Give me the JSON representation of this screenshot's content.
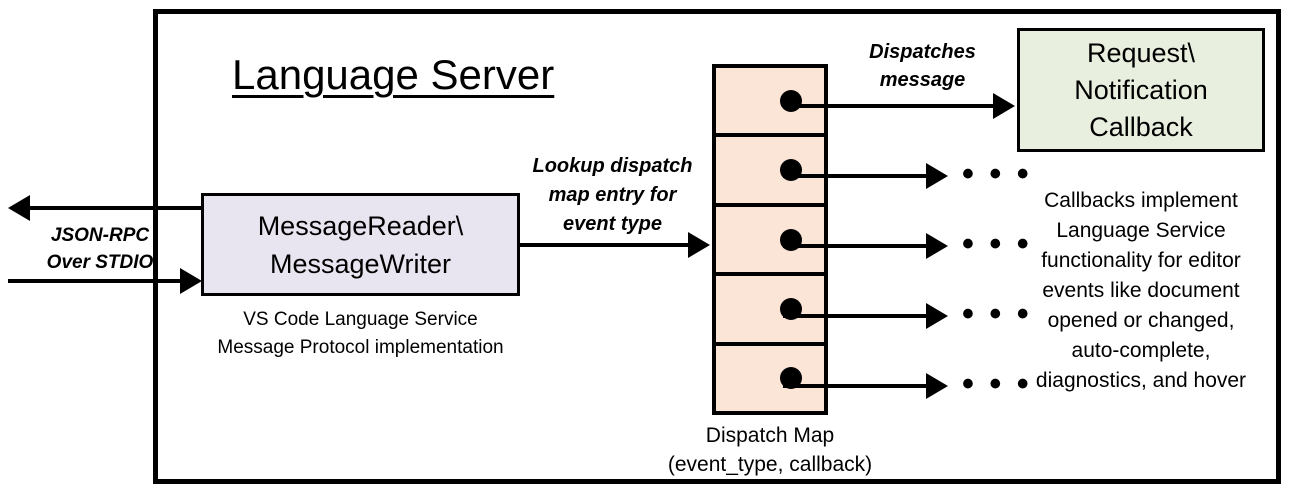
{
  "diagram": {
    "title": "Language Server",
    "frame_label": "language-server-boundary",
    "colors": {
      "message_box_fill": "#E9E5F0",
      "dispatch_map_fill": "#FBE5D6",
      "callback_box_fill": "#E8EFDF",
      "stroke": "#000000",
      "background": "#FFFFFF"
    },
    "message_box": {
      "line1": "MessageReader\\",
      "line2": "MessageWriter",
      "caption_line1": "VS Code Language Service",
      "caption_line2": "Message Protocol implementation"
    },
    "external_channel": {
      "label_line1": "JSON-RPC",
      "label_line2": "Over STDIO"
    },
    "lookup_label": {
      "line1": "Lookup dispatch",
      "line2": "map entry for",
      "line3": "event type"
    },
    "dispatch_map": {
      "cells": [
        {
          "index": 1,
          "dot": "entry-dot"
        },
        {
          "index": 2,
          "dot": "entry-dot"
        },
        {
          "index": 3,
          "dot": "entry-dot"
        },
        {
          "index": 4,
          "dot": "entry-dot"
        },
        {
          "index": 5,
          "dot": "entry-dot"
        }
      ],
      "caption_line1": "Dispatch Map",
      "caption_line2": "(event_type, callback)"
    },
    "dispatch_message_label": {
      "line1": "Dispatches",
      "line2": "message"
    },
    "callback_box": {
      "line1": "Request\\",
      "line2": "Notification",
      "line3": "Callback",
      "caption_line1": "Callbacks implement",
      "caption_line2": "Language Service",
      "caption_line3": "functionality for editor",
      "caption_line4": "events like document",
      "caption_line5": "opened or changed,",
      "caption_line6": "auto-complete,",
      "caption_line7": "diagnostics, and hover"
    },
    "ellipsis": {
      "glyph": "• • •"
    }
  }
}
